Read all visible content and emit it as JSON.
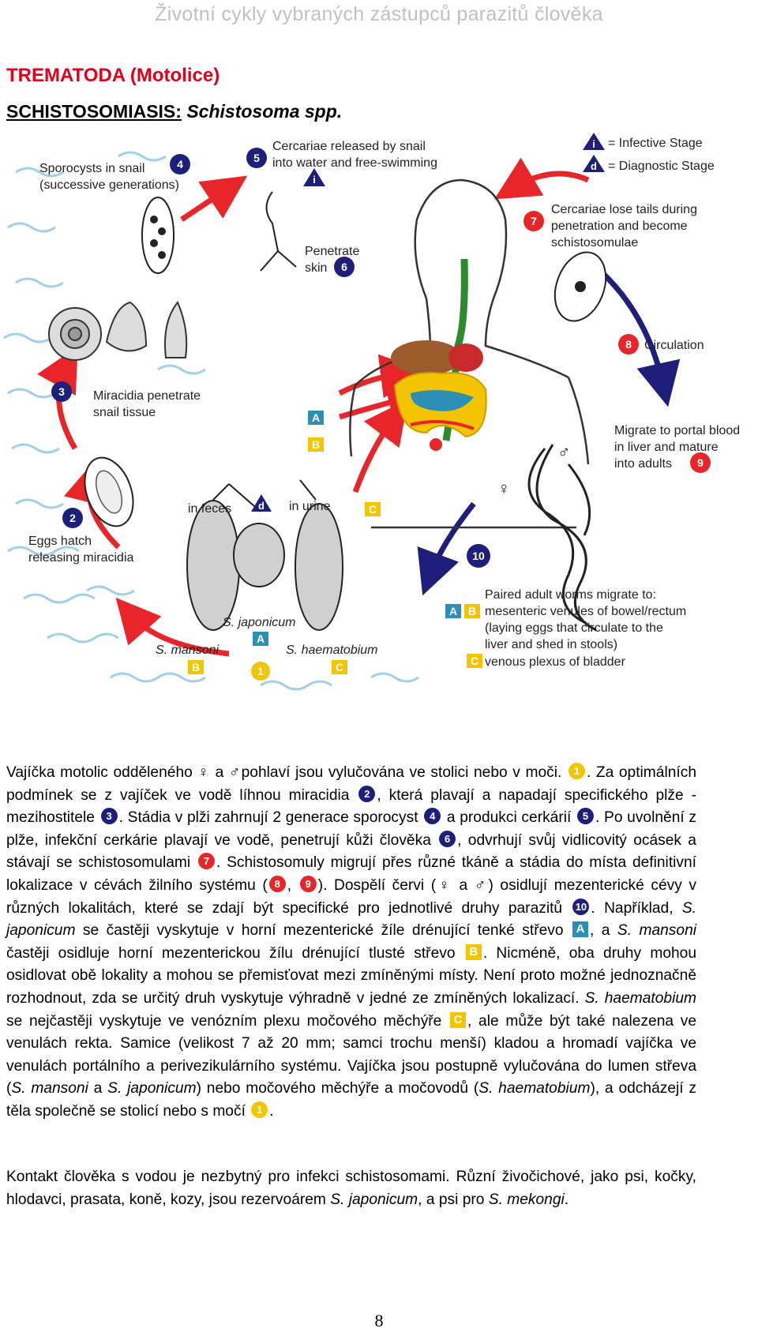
{
  "header": {
    "running_title": "Životní cykly vybraných zástupců parazitů člověka"
  },
  "section_title": "TREMATODA (Motolice)",
  "disease_title": {
    "prefix": "SCHISTOSOMIASIS:",
    "species": "Schistosoma spp."
  },
  "diagram": {
    "legend": {
      "infective": "= Infective Stage",
      "diagnostic": "= Diagnostic Stage"
    },
    "steps": {
      "s1_num": "1",
      "s2_num": "2",
      "s3_num": "3",
      "s4_num": "4",
      "s5_num": "5",
      "s6_num": "6",
      "s7_num": "7",
      "s8_num": "8",
      "s9_num": "9",
      "s10_num": "10",
      "s2_line1": "Eggs hatch",
      "s2_line2": "releasing miracidia",
      "s3_line1": "Miracidia penetrate",
      "s3_line2": "snail tissue",
      "s4_line1": "Sporocysts in snail",
      "s4_line2": "(successive generations)",
      "s5_line1": "Cercariae released by snail",
      "s5_line2": "into water and free-swimming",
      "s6_line1": "Penetrate",
      "s6_line2": "skin",
      "s7_line1": "Cercariae lose tails during",
      "s7_line2": "penetration and become",
      "s7_line3": "schistosomulae",
      "s8": "Circulation",
      "s9_line1": "Migrate to portal blood",
      "s9_line2": "in liver and mature",
      "s9_line3": "into adults",
      "s10_line1": "Paired adult worms migrate to:",
      "s10_line2": "mesenteric venules of bowel/rectum",
      "s10_line3": "(laying eggs that circulate to the",
      "s10_line4": "liver and shed in stools)",
      "s10_line5": "venous plexus of bladder"
    },
    "labels": {
      "in_feces": "in feces",
      "in_urine": "in urine",
      "s_japonicum": "S. japonicum",
      "s_mansoni": "S. mansoni",
      "s_haematobium": "S. haematobium",
      "A": "A",
      "B": "B",
      "C": "C",
      "i": "i",
      "d": "d",
      "female": "♀",
      "male": "♂"
    },
    "colors": {
      "navy": "#1e1f7a",
      "red": "#e8262a",
      "teal": "#2d8fb4",
      "yellow": "#f5c400",
      "water": "#8fc7e8",
      "green": "#2e8a2e"
    }
  },
  "para1": {
    "t1": "Vajíčka motolic odděleného ",
    "female": "♀",
    "t2": " a ",
    "male": "♂",
    "t3": "pohlaví jsou vylučována ve stolici nebo v moči. ",
    "b1": "1",
    "t4": ". Za optimálních podmínek se z vajíček ve vodě líhnou miracidia ",
    "b2": "2",
    "t5": ", která plavají a napadají specifického plže - mezihostitele ",
    "b3": "3",
    "t6": ". Stádia v plži zahrnují 2 generace sporocyst ",
    "b4": "4",
    "t7": " a produkci cerkárií ",
    "b5": "5",
    "t8": ". Po uvolnění z plže, infekční cerkárie plavají ve vodě, penetrují kůži člověka ",
    "b6": "6",
    "t9": ", odvrhují svůj vidlicovitý ocásek a stávají se schistosomulami ",
    "b7": "7",
    "t10": ". Schistosomuly migrují přes různé tkáně a stádia do místa definitivní lokalizace v cévách žilního systému (",
    "b8": "8",
    "t11": ", ",
    "b9": "9",
    "t12": "). Dospělí červi (",
    "female2": "♀",
    "t13": " a ",
    "male2": "♂",
    "t14": ") osidlují mezenterické cévy v různých lokalitách, které se zdají být specifické pro jednotlivé druhy parazitů ",
    "b10": "10",
    "t15": ". Například, ",
    "i1": "S. japonicum",
    "t16": " se častěji vyskytuje v horní mezenterické žíle drénující tenké střevo ",
    "sqA": "A",
    "t17": ", a ",
    "i2": "S. mansoni",
    "t18": " častěji osidluje horní mezenterickou žílu drénující tlusté střevo ",
    "sqB": "B",
    "t19": ". Nicméně, oba druhy mohou osidlovat obě lokality a mohou se přemisťovat mezi zmíněnými místy. Není proto možné jednoznačně rozhodnout, zda se určitý druh vyskytuje výhradně v jedné ze zmíněných lokalizací. ",
    "i3": "S. haematobium",
    "t20": " se nejčastěji vyskytuje ve venózním plexu močového měchýře ",
    "sqC": "C",
    "t21": ", ale může být také nalezena ve venulách rekta. Samice (velikost 7 až 20 mm; samci trochu menší) kladou a hromadí vajíčka ve venulách portálního a perivezikulárního systému. Vajíčka jsou postupně vylučována do lumen střeva (",
    "i4": "S. mansoni",
    "t22": " a ",
    "i5": "S. japonicum",
    "t23": ") nebo močového měchýře a močovodů (",
    "i6": "S. haematobium",
    "t24": "), a odcházejí z těla společně se stolicí nebo s močí ",
    "b11": "1",
    "t25": "."
  },
  "para2": {
    "t1": "Kontakt člověka s vodou je nezbytný pro infekci schistosomami. Různí živočichové, jako psi, kočky, hlodavci, prasata, koně, kozy, jsou rezervoárem ",
    "i1": "S. japonicum",
    "t2": ", a psi pro ",
    "i2": "S. mekongi",
    "t3": "."
  },
  "footer": {
    "page_number": "8"
  }
}
